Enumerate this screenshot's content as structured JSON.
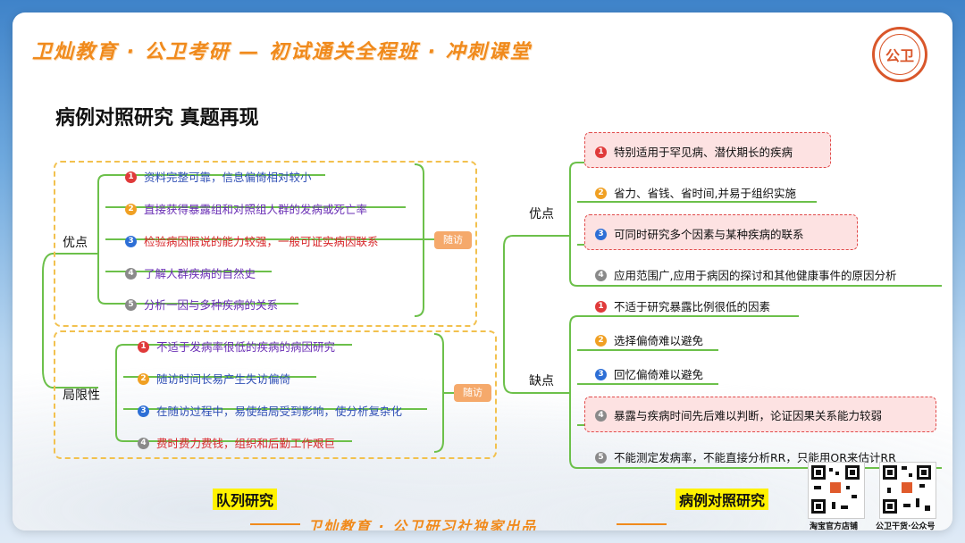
{
  "header": {
    "title": "卫灿教育 · 公卫考研 — 初试通关全程班 · 冲刺课堂"
  },
  "page_title": "病例对照研究 真题再现",
  "cohort": {
    "advantages_label": "优点",
    "advantages": [
      {
        "num": "1",
        "text": "资料完整可靠，信息偏倚相对较小",
        "color": "#2f4fb5"
      },
      {
        "num": "2",
        "text": "直接获得暴露组和对照组人群的发病或死亡率",
        "color": "#6a2fb5"
      },
      {
        "num": "3",
        "text": "检验病因假说的能力较强，一般可证实病因联系",
        "color": "#d8262a"
      },
      {
        "num": "4",
        "text": "了解人群疾病的自然史",
        "color": "#6a2fb5"
      },
      {
        "num": "5",
        "text": "分析一因与多种疾病的关系",
        "color": "#6a2fb5"
      }
    ],
    "limits_label": "局限性",
    "limits": [
      {
        "num": "1",
        "text": "不适于发病率很低的疾病的病因研究",
        "color": "#6a2fb5"
      },
      {
        "num": "2",
        "text": "随访时间长易产生失访偏倚",
        "color": "#2f4fb5"
      },
      {
        "num": "3",
        "text": "在随访过程中，易使结局受到影响，使分析复杂化",
        "color": "#2f4fb5"
      },
      {
        "num": "4",
        "text": "费时费力费钱，组织和后勤工作艰巨",
        "color": "#d8262a"
      }
    ],
    "follow_tag": "随访",
    "follow_tag2": "随访"
  },
  "case_control": {
    "advantages_label": "优点",
    "advantages": [
      {
        "num": "1",
        "text": "特别适用于罕见病、潜伏期长的疾病"
      },
      {
        "num": "2",
        "text": "省力、省钱、省时间,并易于组织实施"
      },
      {
        "num": "3",
        "text": "可同时研究多个因素与某种疾病的联系"
      },
      {
        "num": "4",
        "text": "应用范围广,应用于病因的探讨和其他健康事件的原因分析"
      }
    ],
    "limits_label": "缺点",
    "limits": [
      {
        "num": "1",
        "text": "不适于研究暴露比例很低的因素"
      },
      {
        "num": "2",
        "text": "选择偏倚难以避免"
      },
      {
        "num": "3",
        "text": "回忆偏倚难以避免"
      },
      {
        "num": "4",
        "text": "暴露与疾病时间先后难以判断，论证因果关系能力较弱"
      },
      {
        "num": "5",
        "text": "不能测定发病率，不能直接分析RR，只能用OR来估计RR"
      }
    ]
  },
  "footer": {
    "cohort_label": "队列研究",
    "cc_label": "病例对照研究",
    "brand": "卫灿教育 · 公卫研习社独家出品",
    "qr1_caption": "淘宝官方店铺",
    "qr2_caption": "公卫干货·公众号"
  },
  "colors": {
    "accent": "#f08a1c",
    "green_line": "#6cc04a",
    "highlight": "#fde2e2"
  }
}
